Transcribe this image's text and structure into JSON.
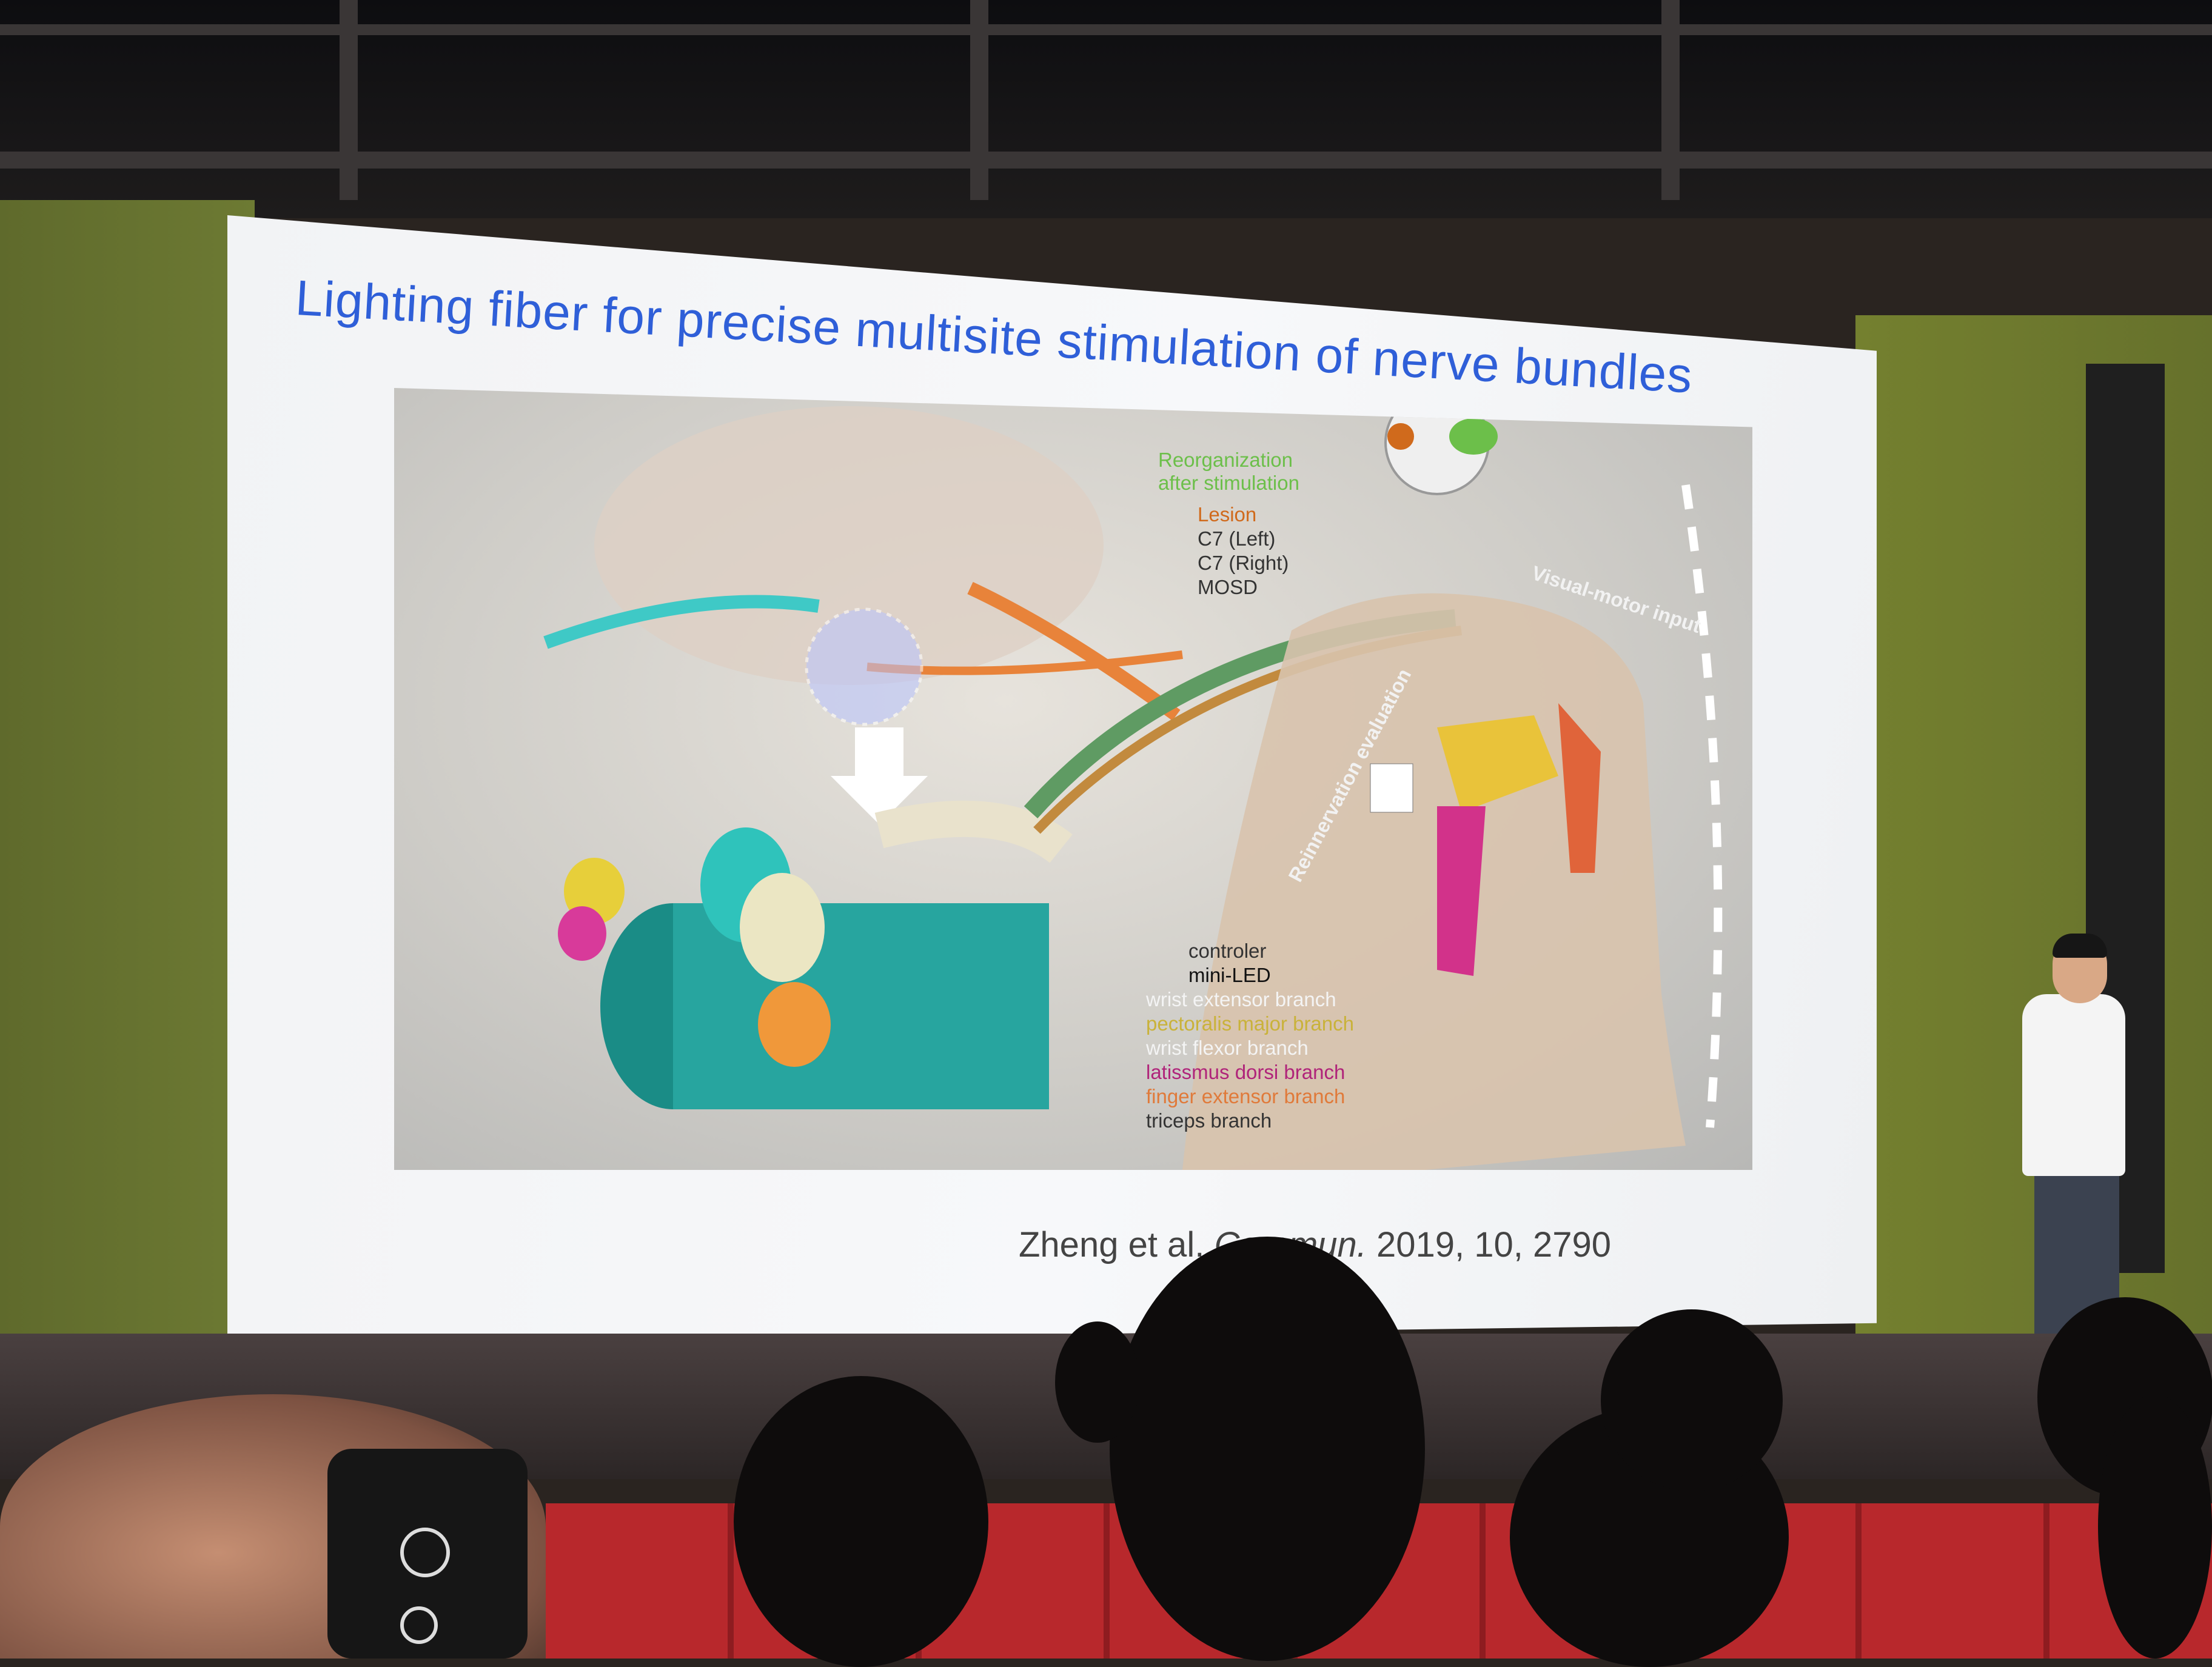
{
  "slide": {
    "title": "Lighting fiber for precise multisite stimulation of nerve bundles",
    "citation_prefix": "Zheng et al. ",
    "citation_journal": "Commun.",
    "citation_suffix": " 2019, 10, 2790"
  },
  "figure_labels": {
    "reorganization_1": "Reorganization",
    "reorganization_2": "after stimulation",
    "lesion": "Lesion",
    "c7_left": "C7 (Left)",
    "c7_right": "C7 (Right)",
    "mosd": "MOSD",
    "visual_motor": "Visual-motor input",
    "reinnervation": "Reinnervation evaluation",
    "controler": "controler",
    "mini_led": "mini-LED",
    "wrist_extensor": "wrist extensor branch",
    "pectoralis": "pectoralis major branch",
    "wrist_flexor": "wrist flexor branch",
    "latissmus": "latissmus dorsi branch",
    "finger_extensor": "finger extensor branch",
    "triceps": "triceps branch"
  },
  "colors": {
    "title": "#2f5fd8",
    "reorganization": "#6cbf4a",
    "lesion": "#d06a1c",
    "pectoralis": "#c9b23a",
    "latissmus": "#b0247a",
    "finger_extensor": "#e07a3a",
    "wall": "#6d7a33",
    "seats": "#b8282c"
  }
}
